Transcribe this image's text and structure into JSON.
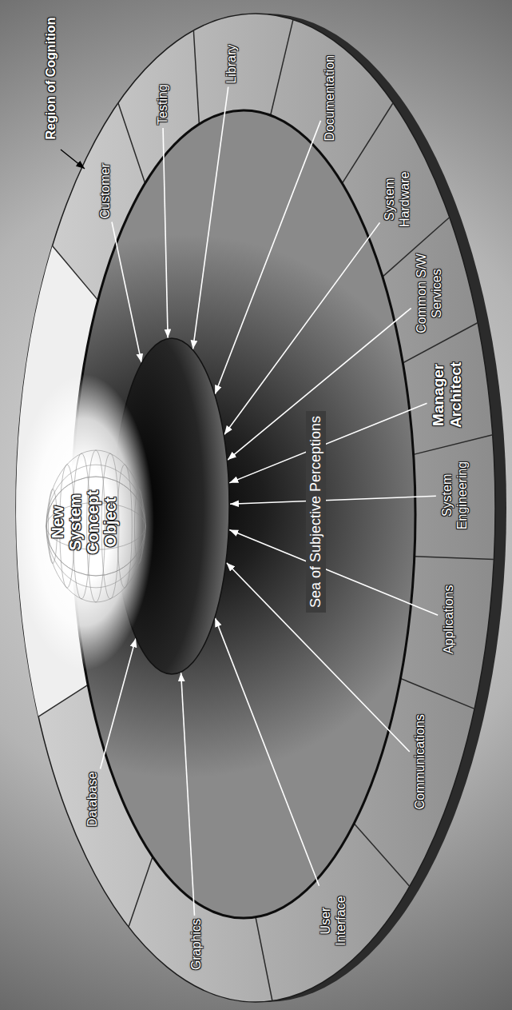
{
  "diagram": {
    "nodes": [
      {
        "text": [
          "Customer"
        ]
      },
      {
        "text": [
          "Testing"
        ]
      },
      {
        "text": [
          "Library"
        ]
      },
      {
        "text": [
          "Documentation"
        ]
      },
      {
        "text": [
          "System Hardware"
        ]
      },
      {
        "text": [
          "Common S/W Services"
        ]
      },
      {
        "text": [
          "Manager Architect"
        ]
      },
      {
        "text": [
          "System Engineering"
        ]
      },
      {
        "text": [
          "Applications"
        ]
      },
      {
        "text": [
          "Communications"
        ]
      },
      {
        "text": [
          "User Interface"
        ]
      },
      {
        "text": [
          "Graphics"
        ]
      },
      {
        "text": [
          "Database"
        ]
      },
      {
        "text": [
          "New System Concept Object"
        ]
      }
    ],
    "edges": [
      {
        "from": 0,
        "to": 13,
        "arrow": "to"
      },
      {
        "from": 1,
        "to": 13,
        "arrow": "to"
      },
      {
        "from": 2,
        "to": 13,
        "arrow": "to"
      },
      {
        "from": 3,
        "to": 13,
        "arrow": "to"
      },
      {
        "from": 4,
        "to": 13,
        "arrow": "to"
      },
      {
        "from": 5,
        "to": 13,
        "arrow": "to"
      },
      {
        "from": 6,
        "to": 13,
        "arrow": "to"
      },
      {
        "from": 7,
        "to": 13,
        "arrow": "to"
      },
      {
        "from": 8,
        "to": 13,
        "arrow": "to"
      },
      {
        "from": 9,
        "to": 13,
        "arrow": "to"
      },
      {
        "from": 10,
        "to": 13,
        "arrow": "to"
      },
      {
        "from": 11,
        "to": 13,
        "arrow": "to"
      },
      {
        "from": 12,
        "to": 13,
        "arrow": "to"
      }
    ],
    "labels": [
      "Region of Cognition",
      "Sea of Subjective Perceptions"
    ]
  }
}
